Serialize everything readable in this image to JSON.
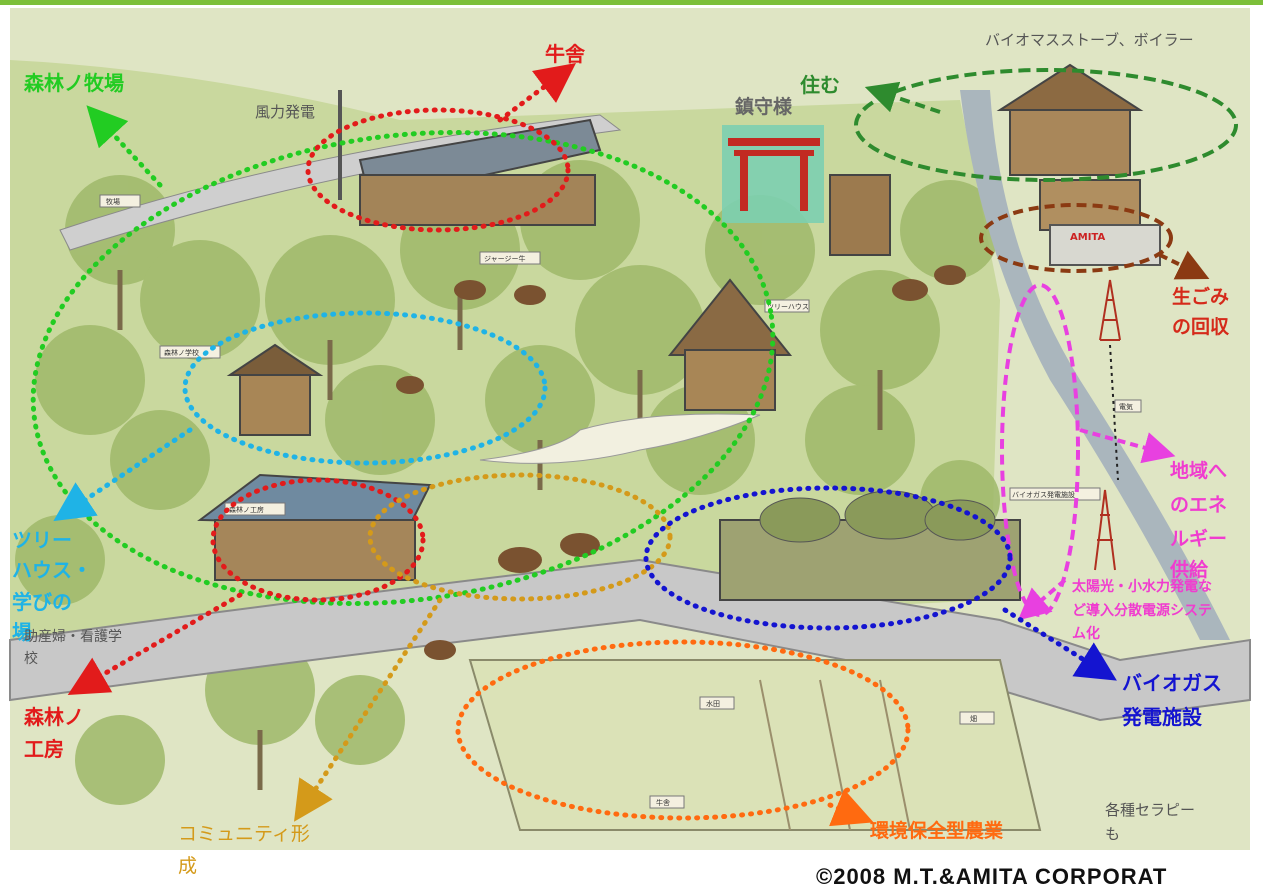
{
  "labels": {
    "shinrin_bokujo": "森林ノ牧場",
    "gyusha": "牛舎",
    "sumu": "住む",
    "biomass": "バイオマスストーブ、ボイラー",
    "fuuryoku": "風力発電",
    "chinjusama": "鎮守様",
    "namagomi_1": "生ごみ",
    "namagomi_2": "の回収",
    "chiiki_1": "地域へ",
    "chiiki_2": "のエネ",
    "chiiki_3": "ルギー",
    "chiiki_4": "供給",
    "taiyoko_1": "太陽光・小水力発電な",
    "taiyoko_2": "ど導入分散電源システ",
    "taiyoko_3": "ム化",
    "treehouse_1": "ツリー",
    "treehouse_2": "ハウス・",
    "treehouse_3": "学びの",
    "treehouse_4": "場",
    "josanpu_1": "助産婦・看護学",
    "josanpu_2": "校",
    "kobo_1": "森林ノ",
    "kobo_2": "工房",
    "biogas_1": "バイオガス",
    "biogas_2": "発電施設",
    "community_1": "コミュニティ形",
    "community_2": "成",
    "kankyo": "環境保全型農業",
    "therapy_1": "各種セラピー",
    "therapy_2": "も"
  },
  "sign_labels": {
    "jersey": "ジャージー牛",
    "treehouse": "ツリーハウス",
    "shinrin_gakko": "森林ノ学校",
    "kobo": "森林ノ工房",
    "biogas": "バイオガス発電施設",
    "denki": "電気",
    "bokujo": "牧場",
    "suiden": "水田",
    "hatake": "畑",
    "kajo": "牛舎",
    "amita": "AMITA"
  },
  "copyright": "©2008 M.T.&AMITA CORPORAT",
  "colors": {
    "green": "#22cc22",
    "red": "#e21b1b",
    "darkgreen": "#2e8b2e",
    "brown": "#8b3a12",
    "magenta": "#e840e0",
    "cyan": "#1fb3e6",
    "blue": "#1414d0",
    "gold": "#d49a1a",
    "orange": "#ff6a10",
    "gray": "#555555"
  }
}
